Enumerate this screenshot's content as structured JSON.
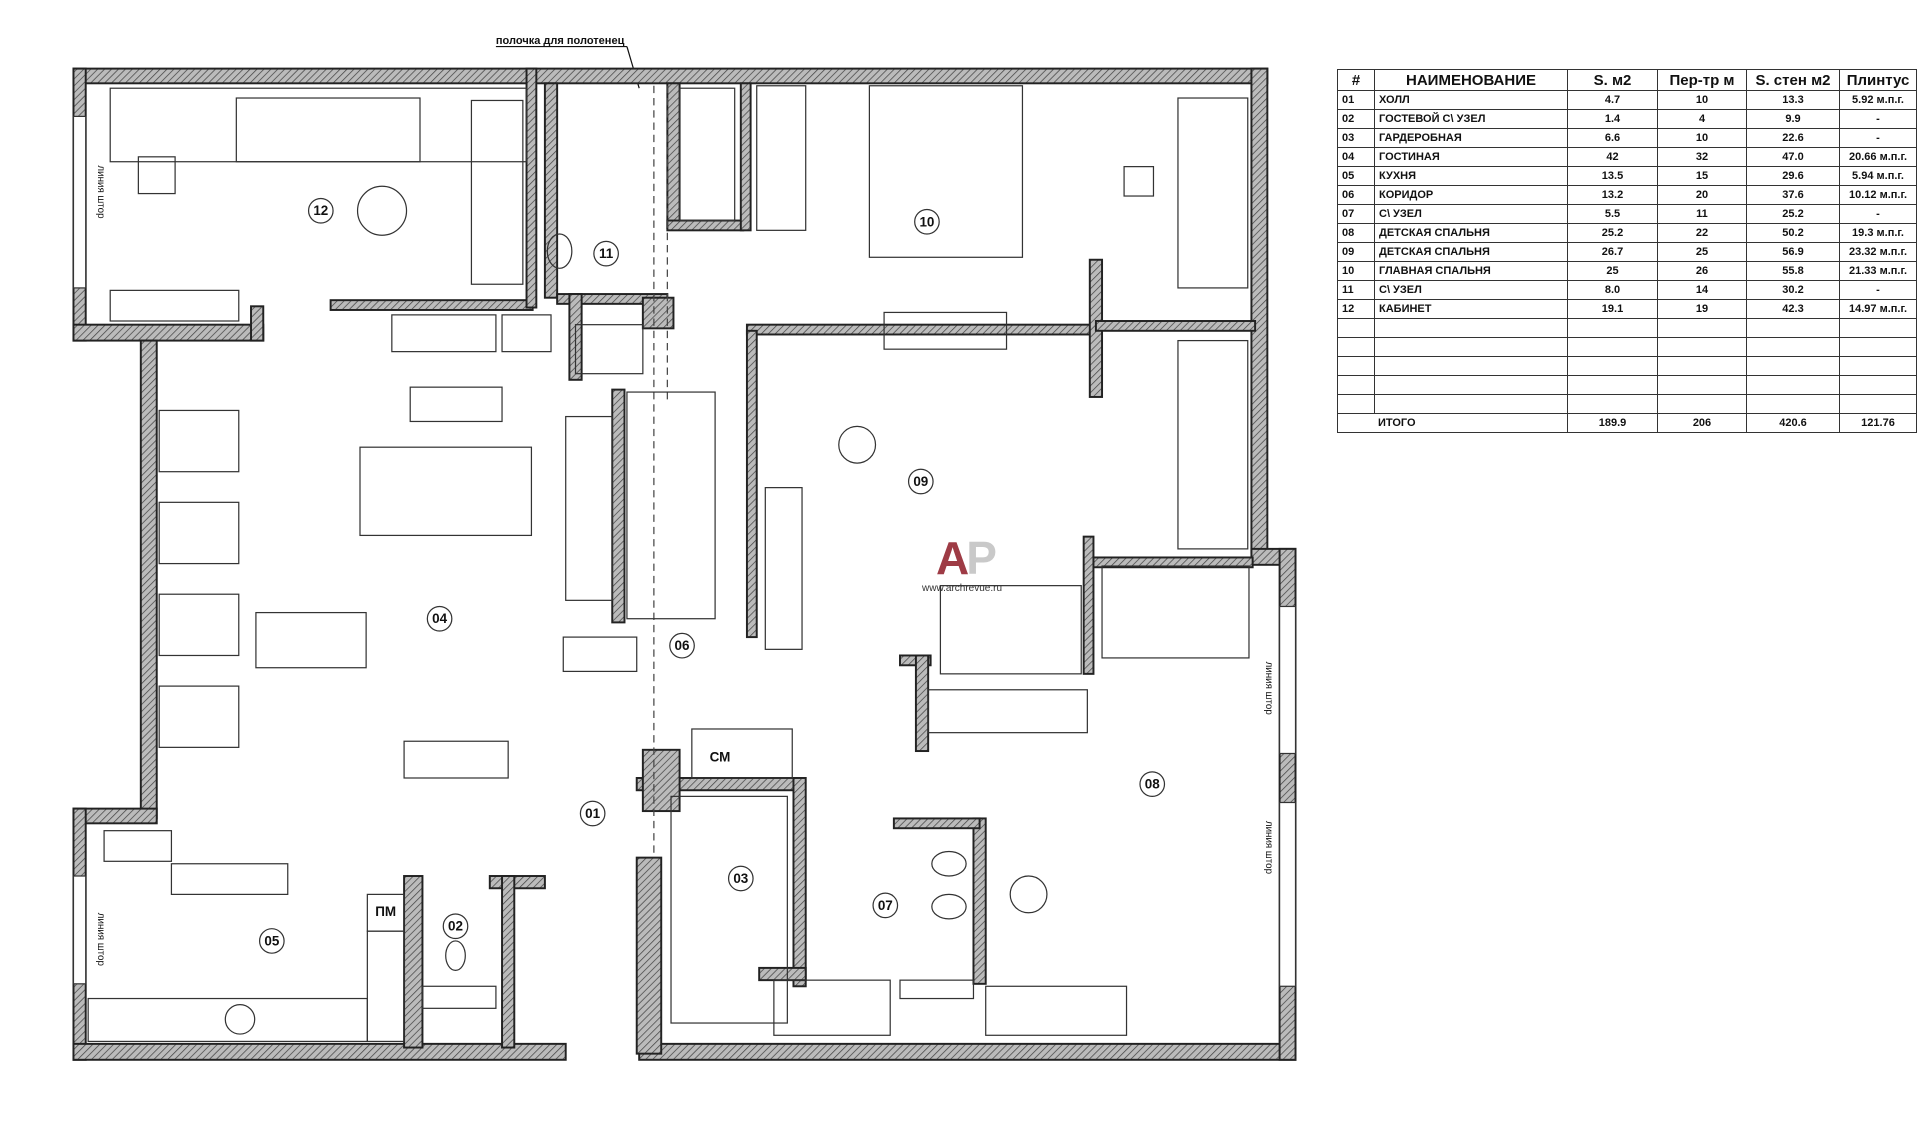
{
  "annotation": "полочка для полотенец",
  "curtain_line": "линия штор",
  "appliance_labels": {
    "washer": "СМ",
    "dishwasher": "ПМ"
  },
  "logo": {
    "text": "AP",
    "url": "www.archrevue.ru",
    "colors": {
      "a": "#9e3b45",
      "p": "#c9c9c9"
    }
  },
  "room_markers": [
    "01",
    "02",
    "03",
    "04",
    "05",
    "06",
    "07",
    "08",
    "09",
    "10",
    "11",
    "12"
  ],
  "table": {
    "headers": [
      "#",
      "НАИМЕНОВАНИЕ",
      "S. м2",
      "Пер-тр м",
      "S. стен м2",
      "Плинтус"
    ],
    "rows": [
      [
        "01",
        "ХОЛЛ",
        "4.7",
        "10",
        "13.3",
        "5.92 м.п.г."
      ],
      [
        "02",
        "ГОСТЕВОЙ С\\ УЗЕЛ",
        "1.4",
        "4",
        "9.9",
        "-"
      ],
      [
        "03",
        "ГАРДЕРОБНАЯ",
        "6.6",
        "10",
        "22.6",
        "-"
      ],
      [
        "04",
        "ГОСТИНАЯ",
        "42",
        "32",
        "47.0",
        "20.66 м.п.г."
      ],
      [
        "05",
        "КУХНЯ",
        "13.5",
        "15",
        "29.6",
        "5.94 м.п.г."
      ],
      [
        "06",
        "КОРИДОР",
        "13.2",
        "20",
        "37.6",
        "10.12 м.п.г."
      ],
      [
        "07",
        "С\\ УЗЕЛ",
        "5.5",
        "11",
        "25.2",
        "-"
      ],
      [
        "08",
        "ДЕТСКАЯ СПАЛЬНЯ",
        "25.2",
        "22",
        "50.2",
        "19.3 м.п.г."
      ],
      [
        "09",
        "ДЕТСКАЯ СПАЛЬНЯ",
        "26.7",
        "25",
        "56.9",
        "23.32 м.п.г."
      ],
      [
        "10",
        "ГЛАВНАЯ СПАЛЬНЯ",
        "25",
        "26",
        "55.8",
        "21.33 м.п.г."
      ],
      [
        "11",
        "С\\ УЗЕЛ",
        "8.0",
        "14",
        "30.2",
        "-"
      ],
      [
        "12",
        "КАБИНЕТ",
        "19.1",
        "19",
        "42.3",
        "14.97 м.п.г."
      ]
    ],
    "total": {
      "label": "ИТОГО",
      "area": "189.9",
      "perimeter": "206",
      "walls": "420.6",
      "baseboard": "121.76"
    }
  }
}
